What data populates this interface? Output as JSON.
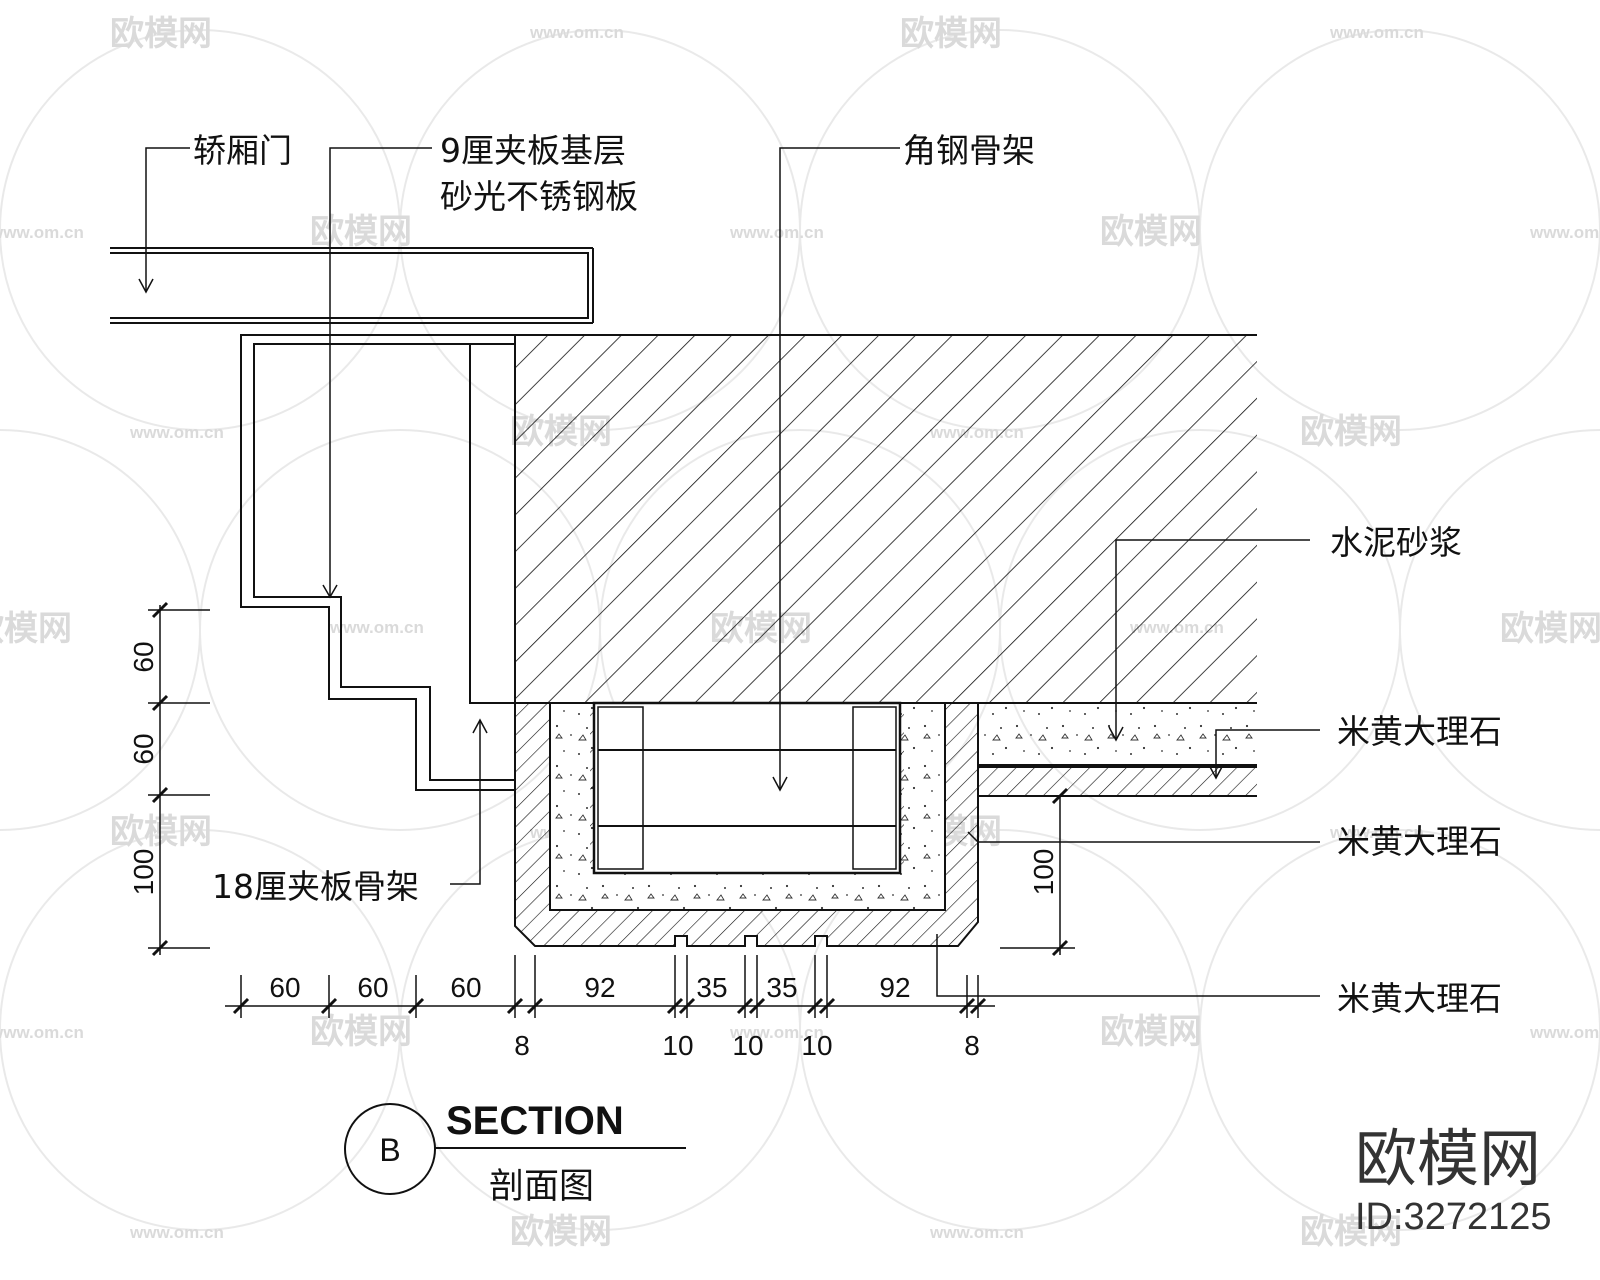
{
  "labels": {
    "car_door": "轿厢门",
    "plywood_base_line1": "9厘夹板基层",
    "plywood_base_line2": "砂光不锈钢板",
    "angle_steel_frame": "角钢骨架",
    "cement_mortar": "水泥砂浆",
    "marble_1": "米黄大理石",
    "marble_2": "米黄大理石",
    "marble_3": "米黄大理石",
    "plywood_frame": "18厘夹板骨架"
  },
  "dimensions": {
    "vertical_left": [
      "60",
      "60",
      "100"
    ],
    "vertical_right": "100",
    "horizontal_top": [
      "60",
      "60",
      "60",
      "92",
      "35",
      "35",
      "92"
    ],
    "horizontal_bottom": [
      "8",
      "10",
      "10",
      "10",
      "8"
    ]
  },
  "section_mark": {
    "bubble": "B",
    "title": "SECTION",
    "subtitle": "剖面图"
  },
  "watermark": {
    "brand": "欧模网",
    "id": "ID:3272125",
    "logo_text": "欧模网",
    "url": "www.om.cn"
  },
  "colors": {
    "line": "#111111",
    "watermark": "#d4d4d4"
  }
}
